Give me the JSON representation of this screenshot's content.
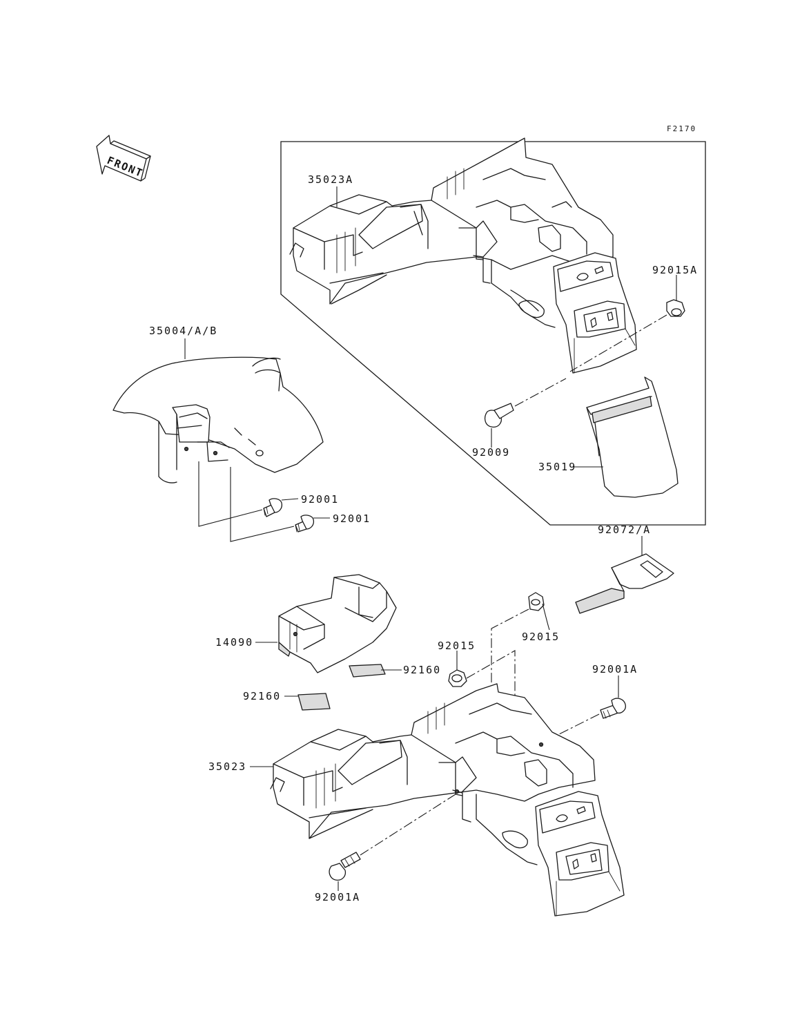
{
  "figure_code": "F2170",
  "front_indicator": "FRONT",
  "part_labels": {
    "rear_fender_upper": "35023A",
    "nut_upper": "92015A",
    "front_fender": "35004/A/B",
    "screw_92009": "92009",
    "flap_35019": "35019",
    "bolt_a": "92001",
    "bolt_b": "92001",
    "strap": "92072/A",
    "battery_case": "14090",
    "nut_right": "92015",
    "nut_left": "92015",
    "pad_right": "92160",
    "pad_left": "92160",
    "bolt_right": "92001A",
    "rear_fender_lower": "35023",
    "bolt_bottom": "92001A"
  }
}
